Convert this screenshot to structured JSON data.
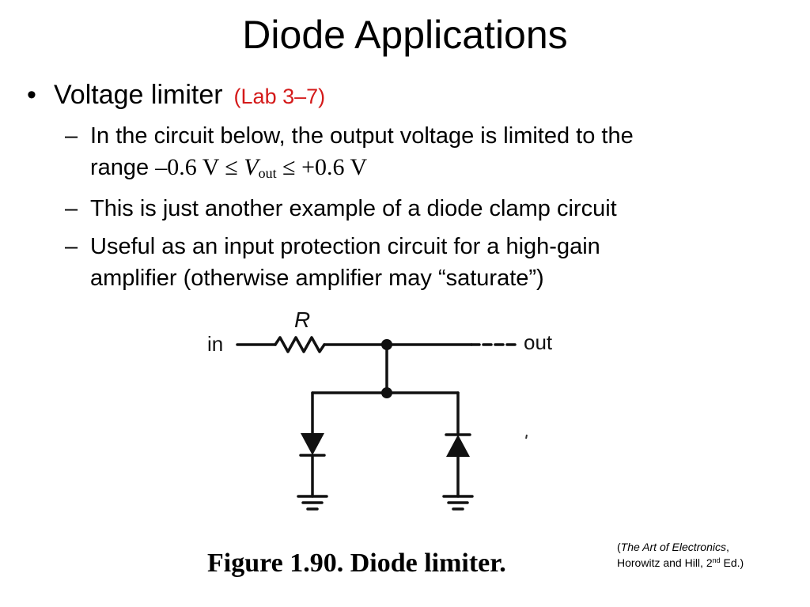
{
  "slide": {
    "title": "Diode Applications",
    "bullet": {
      "marker": "•",
      "label": "Voltage limiter",
      "lab_ref": "(Lab 3–7)"
    },
    "subbullets": {
      "dash": "–",
      "item1": {
        "text_line1": "In the circuit below, the output voltage is limited to the",
        "range_prefix": "range ",
        "range_low": "–0.6 V ≤ ",
        "range_var": "V",
        "range_sub": "out",
        "range_high": " ≤ +0.6 V"
      },
      "item2": {
        "text": "This is just another example of a diode clamp circuit"
      },
      "item3": {
        "text_line1": "Useful as an input protection circuit for a high-gain",
        "text_line2": "amplifier (otherwise amplifier may “saturate”)"
      }
    },
    "figure": {
      "label_R": "R",
      "label_in": "in",
      "label_out": "out",
      "caption": "Figure 1.90.  Diode limiter."
    },
    "credit": {
      "open_paren": "(",
      "book": "The Art of Electronics",
      "after_book": ",",
      "authors": "Horowitz and Hill, 2",
      "edition_sup": "nd",
      "end": " Ed.)"
    }
  }
}
